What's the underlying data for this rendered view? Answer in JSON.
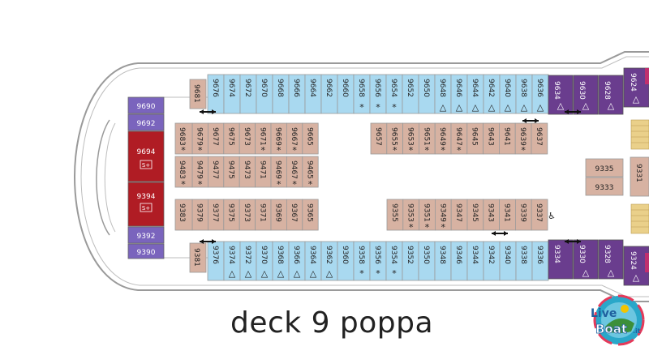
{
  "deck_title": "deck 9 poppa",
  "logo_text": {
    "line1": "Live",
    "line2": "Boat",
    "suffix": ".it"
  },
  "colors": {
    "balcony": "#a9d9f0",
    "inside": "#d7b2a2",
    "aft_suite": "#7860b8",
    "grand_suite": "#b01c24",
    "corner_suite": "#6a3d8e",
    "outline": "#888888"
  },
  "legend_symbols": {
    "accessible": "△",
    "connecting": "↔",
    "pull_out_bed": "*",
    "wheelchair": "♿"
  },
  "top_balcony": [
    {
      "n": "9676",
      "s": ""
    },
    {
      "n": "9674",
      "s": ""
    },
    {
      "n": "9672",
      "s": ""
    },
    {
      "n": "9670",
      "s": ""
    },
    {
      "n": "9668",
      "s": ""
    },
    {
      "n": "9666",
      "s": ""
    },
    {
      "n": "9664",
      "s": ""
    },
    {
      "n": "9662",
      "s": ""
    },
    {
      "n": "9660",
      "s": ""
    },
    {
      "n": "9658",
      "s": "*"
    },
    {
      "n": "9656",
      "s": "*"
    },
    {
      "n": "9654",
      "s": "*"
    },
    {
      "n": "9652",
      "s": ""
    },
    {
      "n": "9650",
      "s": ""
    },
    {
      "n": "9648",
      "s": "△"
    },
    {
      "n": "9646",
      "s": "△"
    },
    {
      "n": "9644",
      "s": "△"
    },
    {
      "n": "9642",
      "s": "△"
    },
    {
      "n": "9640",
      "s": "△"
    },
    {
      "n": "9638",
      "s": "△"
    },
    {
      "n": "9636",
      "s": "△"
    }
  ],
  "top_inside_a": [
    {
      "n": "9679",
      "s": "*"
    },
    {
      "n": "9677",
      "s": ""
    },
    {
      "n": "9675",
      "s": ""
    },
    {
      "n": "9673",
      "s": ""
    },
    {
      "n": "9671",
      "s": "*"
    },
    {
      "n": "9669",
      "s": "*"
    },
    {
      "n": "9667",
      "s": "*"
    },
    {
      "n": "9665",
      "s": ""
    }
  ],
  "top_inside_b": [
    {
      "n": "9657",
      "s": ""
    },
    {
      "n": "9655",
      "s": "*"
    },
    {
      "n": "9653",
      "s": "*"
    },
    {
      "n": "9651",
      "s": "*"
    },
    {
      "n": "9649",
      "s": "*"
    },
    {
      "n": "9647",
      "s": "*"
    },
    {
      "n": "9645",
      "s": ""
    },
    {
      "n": "9643",
      "s": ""
    },
    {
      "n": "9641",
      "s": ""
    },
    {
      "n": "9639",
      "s": "*"
    },
    {
      "n": "9637",
      "s": ""
    }
  ],
  "mid_inside_top": [
    {
      "n": "9479",
      "s": "*"
    },
    {
      "n": "9477",
      "s": ""
    },
    {
      "n": "9475",
      "s": ""
    },
    {
      "n": "9473",
      "s": ""
    },
    {
      "n": "9471",
      "s": ""
    },
    {
      "n": "9469",
      "s": "*"
    },
    {
      "n": "9467",
      "s": "*"
    },
    {
      "n": "9465",
      "s": "*"
    }
  ],
  "mid_inside_bottom": [
    {
      "n": "9379",
      "s": ""
    },
    {
      "n": "9377",
      "s": ""
    },
    {
      "n": "9375",
      "s": ""
    },
    {
      "n": "9373",
      "s": ""
    },
    {
      "n": "9371",
      "s": ""
    },
    {
      "n": "9369",
      "s": ""
    },
    {
      "n": "9367",
      "s": ""
    },
    {
      "n": "9365",
      "s": ""
    }
  ],
  "bottom_inside_b": [
    {
      "n": "9355",
      "s": ""
    },
    {
      "n": "9353",
      "s": "*"
    },
    {
      "n": "9351",
      "s": "*"
    },
    {
      "n": "9349",
      "s": "*"
    },
    {
      "n": "9347",
      "s": ""
    },
    {
      "n": "9345",
      "s": ""
    },
    {
      "n": "9343",
      "s": ""
    },
    {
      "n": "9341",
      "s": ""
    },
    {
      "n": "9339",
      "s": ""
    },
    {
      "n": "9337",
      "s": ""
    }
  ],
  "bottom_balcony": [
    {
      "n": "9376",
      "s": ""
    },
    {
      "n": "9374",
      "s": "△"
    },
    {
      "n": "9372",
      "s": "△"
    },
    {
      "n": "9370",
      "s": "△"
    },
    {
      "n": "9368",
      "s": "△"
    },
    {
      "n": "9366",
      "s": "△"
    },
    {
      "n": "9364",
      "s": "△"
    },
    {
      "n": "9362",
      "s": "△"
    },
    {
      "n": "9360",
      "s": ""
    },
    {
      "n": "9358",
      "s": "*"
    },
    {
      "n": "9356",
      "s": "*"
    },
    {
      "n": "9354",
      "s": "*"
    },
    {
      "n": "9352",
      "s": ""
    },
    {
      "n": "9350",
      "s": ""
    },
    {
      "n": "9348",
      "s": ""
    },
    {
      "n": "9346",
      "s": ""
    },
    {
      "n": "9344",
      "s": ""
    },
    {
      "n": "9342",
      "s": ""
    },
    {
      "n": "9340",
      "s": ""
    },
    {
      "n": "9338",
      "s": ""
    },
    {
      "n": "9336",
      "s": ""
    }
  ],
  "misc_cabins": {
    "c9681": "9681",
    "c9683": "9683",
    "c9483": "9483",
    "c9383": "9383",
    "c9381": "9381",
    "c9690": "9690",
    "c9692": "9692",
    "c9694": "9694",
    "c9394": "9394",
    "c9392": "9392",
    "c9390": "9390",
    "c9634": "9634",
    "c9630": "9630",
    "c9628": "9628",
    "c9624": "9624",
    "c9334": "9334",
    "c9330": "9330",
    "c9328": "9328",
    "c9324": "9324",
    "c9335": "9335",
    "c9333": "9333",
    "c9331": "9331",
    "suite_tag": "S+"
  }
}
